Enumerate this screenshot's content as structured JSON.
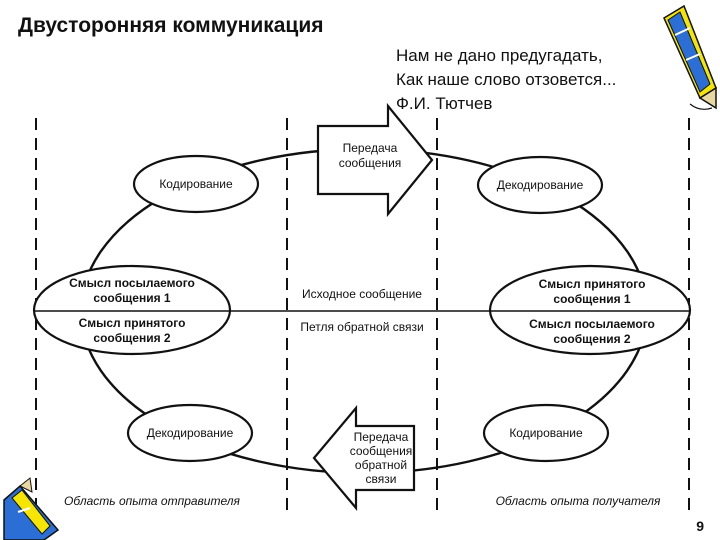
{
  "title": "Двусторонняя коммуникация",
  "epigraph": {
    "lines": [
      "Нам не дано предугадать,",
      "Как наше слово отзовется...",
      "Ф.И. Тютчев"
    ]
  },
  "diagram": {
    "top_arrow": [
      "Передача",
      "сообщения"
    ],
    "bottom_arrow": [
      "Передача",
      "сообщения",
      "обратной",
      "связи"
    ],
    "nodes": {
      "encoding_sender": "Кодирование",
      "decoding_receiver": "Декодирование",
      "decoding_sender": "Декодирование",
      "encoding_receiver": "Кодирование",
      "sender_meaning": {
        "top": [
          "Смысл посылаемого",
          "сообщения 1"
        ],
        "bottom": [
          "Смысл принятого",
          "сообщения 2"
        ]
      },
      "receiver_meaning": {
        "top": [
          "Смысл принятого",
          "сообщения 1"
        ],
        "bottom": [
          "Смысл посылаемого",
          "сообщения 2"
        ]
      }
    },
    "center_top": "Исходное сообщение",
    "center_bottom": "Петля обратной связи",
    "sender_area": "Область опыта отправителя",
    "receiver_area": "Область опыта получателя"
  },
  "page_number": "9",
  "decor": {
    "pen_icon": "pencil-pen-icon",
    "accent": "#2b6fd6",
    "highlight": "#f5e500"
  }
}
